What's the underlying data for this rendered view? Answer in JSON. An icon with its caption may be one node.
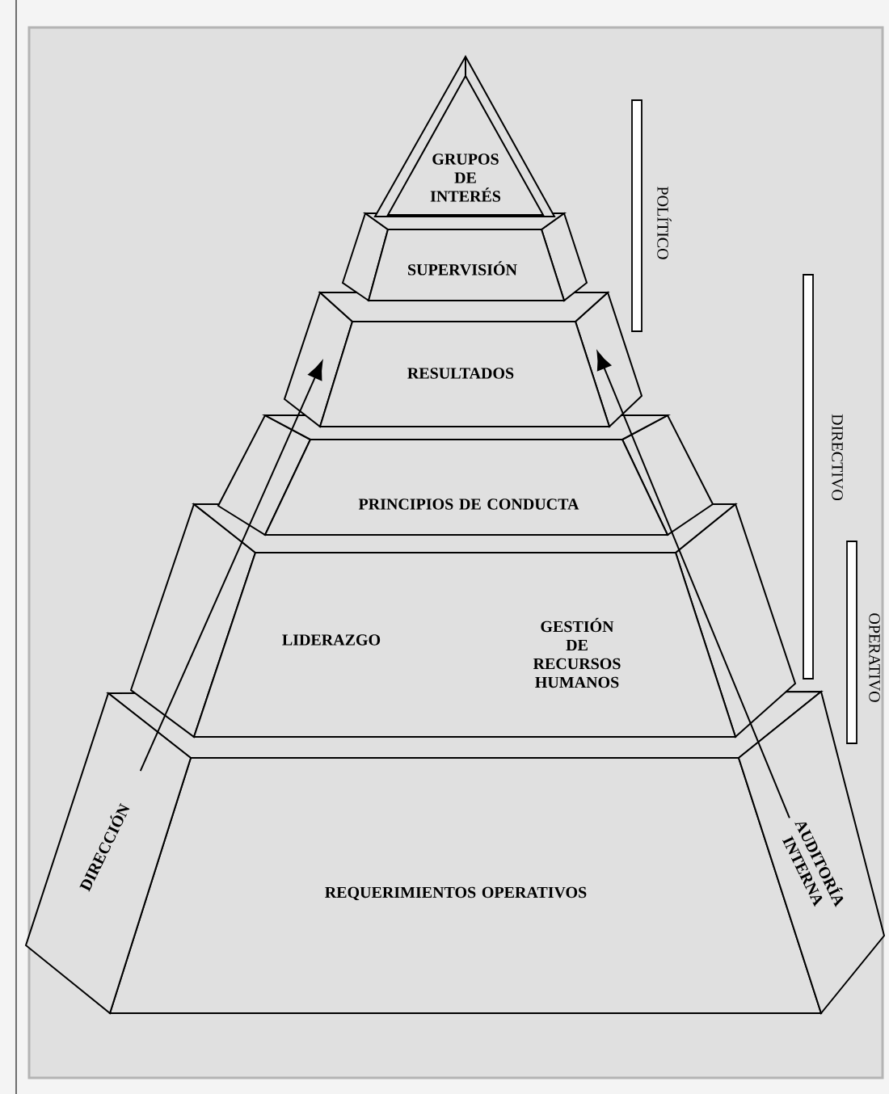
{
  "diagram": {
    "nodes": [
      {
        "text": [
          "GRUPOS DE INTERÉS"
        ]
      },
      {
        "text": [
          "SUPERVISIÓN"
        ]
      },
      {
        "text": [
          "RESULTADOS"
        ]
      },
      {
        "text": [
          "PRINCIPIOS DE CONDUCTA"
        ]
      },
      {
        "text": [
          "LIDERAZGO",
          "GESTIÓN DE RECURSOS HUMANOS"
        ]
      },
      {
        "text": [
          "DIRECCIÓN"
        ]
      },
      {
        "text": [
          "REQUERIMIENTOS OPERATIVOS"
        ]
      },
      {
        "text": [
          "AUDITORÍA INTERNA"
        ]
      }
    ],
    "edges": [
      {
        "from": 5,
        "to": 2,
        "arrow": "to"
      },
      {
        "from": 7,
        "to": 2,
        "arrow": "to"
      }
    ],
    "labels": [
      "POLÍTICO",
      "DIRECTIVO",
      "OPERATIVO"
    ]
  }
}
